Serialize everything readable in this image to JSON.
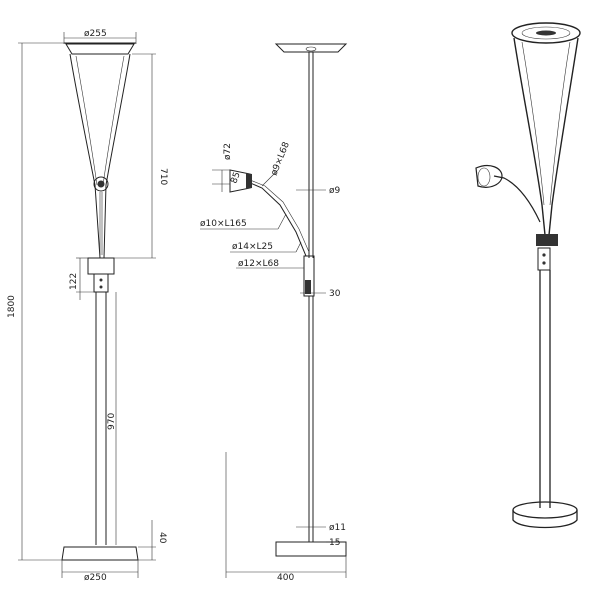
{
  "front_view": {
    "dim_top_diameter": "ø255",
    "dim_reflector_height": "710",
    "dim_knob_height": "122",
    "dim_total_height": "1800",
    "dim_lower_pole": "970",
    "dim_base_height": "40",
    "dim_base_diameter": "ø250"
  },
  "side_view": {
    "dim_reading_head": "ø72",
    "dim_head_depth": "85",
    "dim_arm_upper": "ø9×L68",
    "dim_pole_diameter": "ø9",
    "dim_arm_long": "ø10×L165",
    "dim_arm_joint": "ø14×L25",
    "dim_arm_lower": "ø12×L68",
    "dim_switch_width": "30",
    "dim_pole_bottom": "ø11",
    "dim_base_edge": "15",
    "dim_base_width": "400"
  }
}
